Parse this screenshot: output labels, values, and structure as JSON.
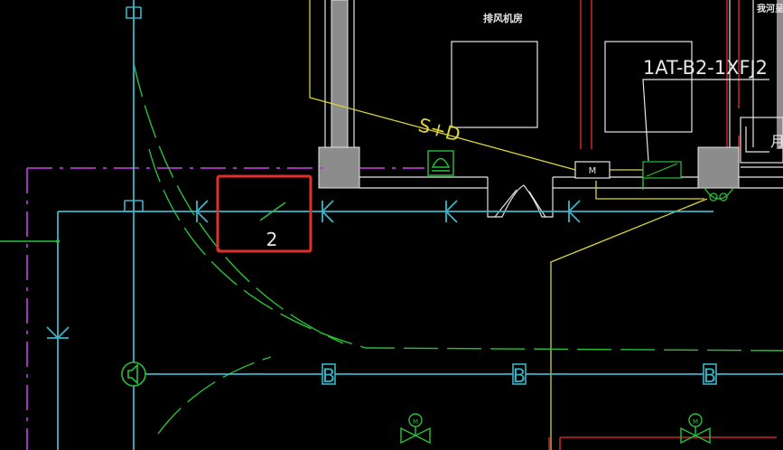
{
  "drawing": {
    "room_label_exhaust": "排风机房",
    "room_label_right_partial": "我河呈",
    "equipment_tag": "1AT-B2-1XFJ2",
    "line_label_sd": "S+D",
    "selection_number": "2",
    "motor_label": "M",
    "motor_label_valve": "M",
    "line_code_k": "K",
    "line_code_b": "B",
    "partial_char_right": "月",
    "colors": {
      "background": "#000000",
      "wall_fill": "#8c8c8c",
      "cyan_line": "#38b6c8",
      "green_line": "#27c23a",
      "yellow_line": "#d8d23a",
      "magenta_line": "#b23ac8",
      "red_line": "#c8282a",
      "white_line": "#e6e6e6",
      "selection_box": "#e0302a"
    }
  }
}
